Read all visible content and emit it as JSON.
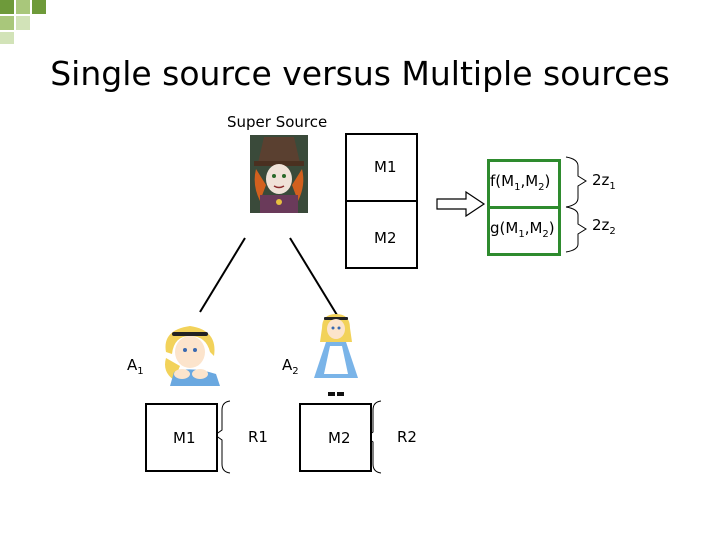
{
  "slide": {
    "title": "Single source versus Multiple sources",
    "super_source_label": "Super Source"
  },
  "super_matrix": {
    "m1": "M1",
    "m2": "M2"
  },
  "functions": {
    "f": {
      "prefix": "f(M",
      "s1": "1",
      "mid": ",M",
      "s2": "2",
      "suffix": ")"
    },
    "g": {
      "prefix": "g(M",
      "s1": "1",
      "mid": ",M",
      "s2": "2",
      "suffix": ")"
    }
  },
  "outputs": {
    "z1": {
      "base": "2z",
      "sub": "1"
    },
    "z2": {
      "base": "2z",
      "sub": "2"
    }
  },
  "agents": {
    "a1": {
      "base": "A",
      "sub": "1",
      "matrix": "M1",
      "result": "R1"
    },
    "a2": {
      "base": "A",
      "sub": "2",
      "matrix": "M2",
      "result": "R2"
    }
  },
  "colors": {
    "accent_green": "#2e8b2e",
    "deco_green": "#6e9a3a"
  },
  "icons": [
    "super-source-portrait-icon",
    "alice-sitting-icon",
    "alice-standing-icon"
  ]
}
